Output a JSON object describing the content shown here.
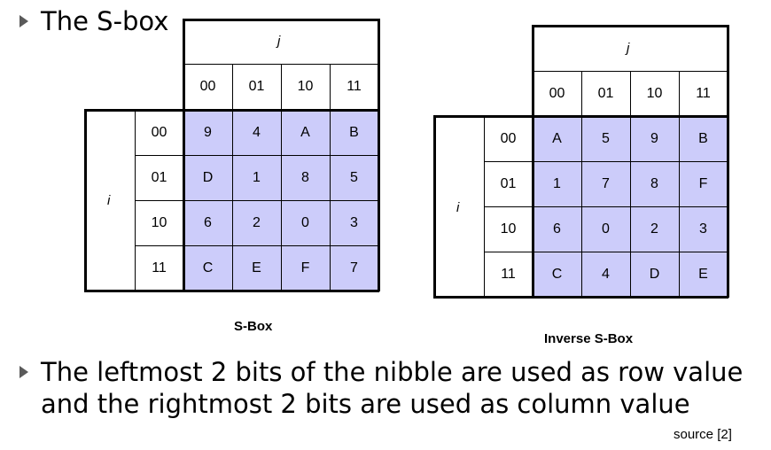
{
  "bullets": [
    "The S-box",
    "The leftmost 2 bits of the nibble are used as row value",
    "and the rightmost 2 bits are used as column value"
  ],
  "row_axis_label": "i",
  "col_axis_label": "j",
  "tables": [
    {
      "caption": "S-Box",
      "col_headers": [
        "00",
        "01",
        "10",
        "11"
      ],
      "row_headers": [
        "00",
        "01",
        "10",
        "11"
      ],
      "cells": [
        [
          "9",
          "4",
          "A",
          "B"
        ],
        [
          "D",
          "1",
          "8",
          "5"
        ],
        [
          "6",
          "2",
          "0",
          "3"
        ],
        [
          "C",
          "E",
          "F",
          "7"
        ]
      ]
    },
    {
      "caption": "Inverse S-Box",
      "col_headers": [
        "00",
        "01",
        "10",
        "11"
      ],
      "row_headers": [
        "00",
        "01",
        "10",
        "11"
      ],
      "cells": [
        [
          "A",
          "5",
          "9",
          "B"
        ],
        [
          "1",
          "7",
          "8",
          "F"
        ],
        [
          "6",
          "0",
          "2",
          "3"
        ],
        [
          "C",
          "4",
          "D",
          "E"
        ]
      ]
    }
  ],
  "source_note": "source [2]",
  "colors": {
    "cell_fill": "#ccccfa",
    "bullet": "#5a5a5a"
  }
}
